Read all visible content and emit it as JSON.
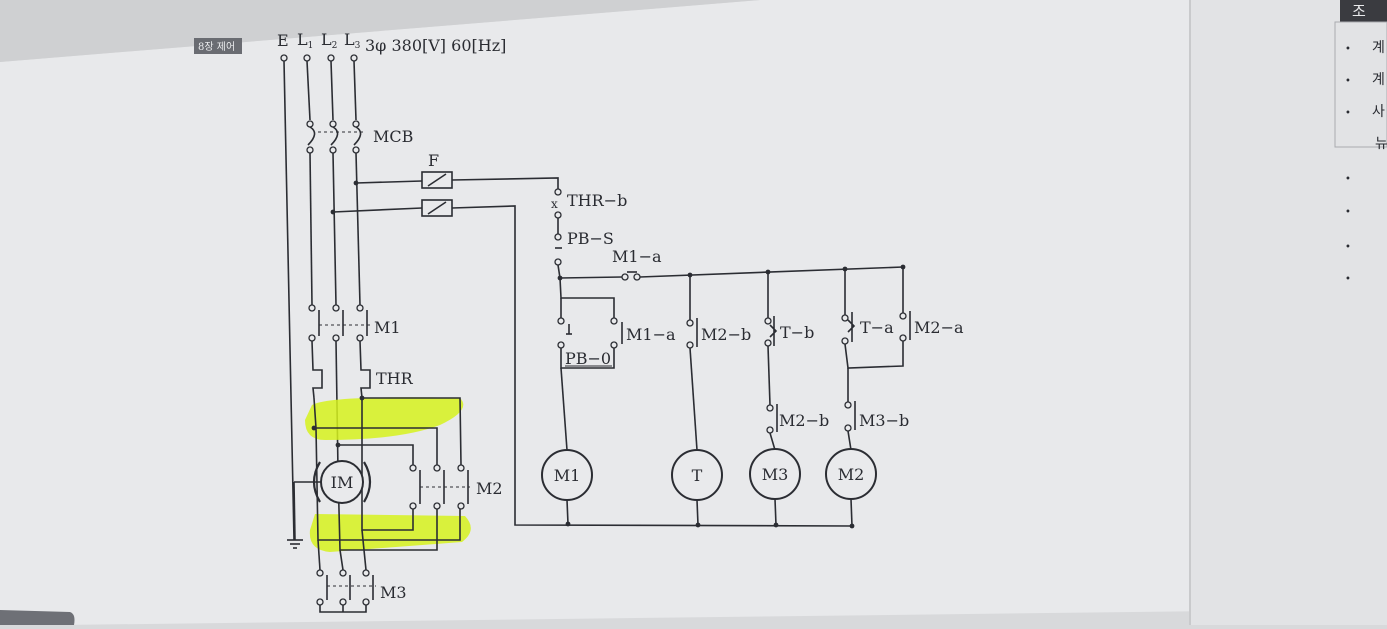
{
  "corner_tag": "8장 제어",
  "supply": {
    "earth": "E",
    "phases": [
      "L1",
      "L2",
      "L3"
    ],
    "phase_sub": [
      "1",
      "2",
      "3"
    ],
    "rating": "3φ 380[V] 60[Hz]"
  },
  "labels": {
    "mcb": "MCB",
    "fuse": "F",
    "thr_b": "THR−b",
    "pb_s": "PB−S",
    "m1_a_top": "M1−a",
    "m1_a": "M1−a",
    "pb_0": "PB−0",
    "m2_b": "M2−b",
    "t_b": "T−b",
    "t_a": "T−a",
    "m2_a": "M2−a",
    "m2_b_low": "M2−b",
    "m3_b": "M3−b",
    "m1_contacts": "M1",
    "thr": "THR",
    "m2_contacts": "M2",
    "m3_contacts": "M3",
    "motor": "IM"
  },
  "coils": [
    "M1",
    "T",
    "M3",
    "M2"
  ],
  "side_panel": {
    "tab": "조",
    "bullets": [
      "계",
      "계",
      "사",
      "",
      "",
      "",
      ""
    ],
    "cont": "뉴"
  },
  "colors": {
    "paper": "#e9eaec",
    "ink": "#2b2d33",
    "highlight": "#d6f21d"
  }
}
